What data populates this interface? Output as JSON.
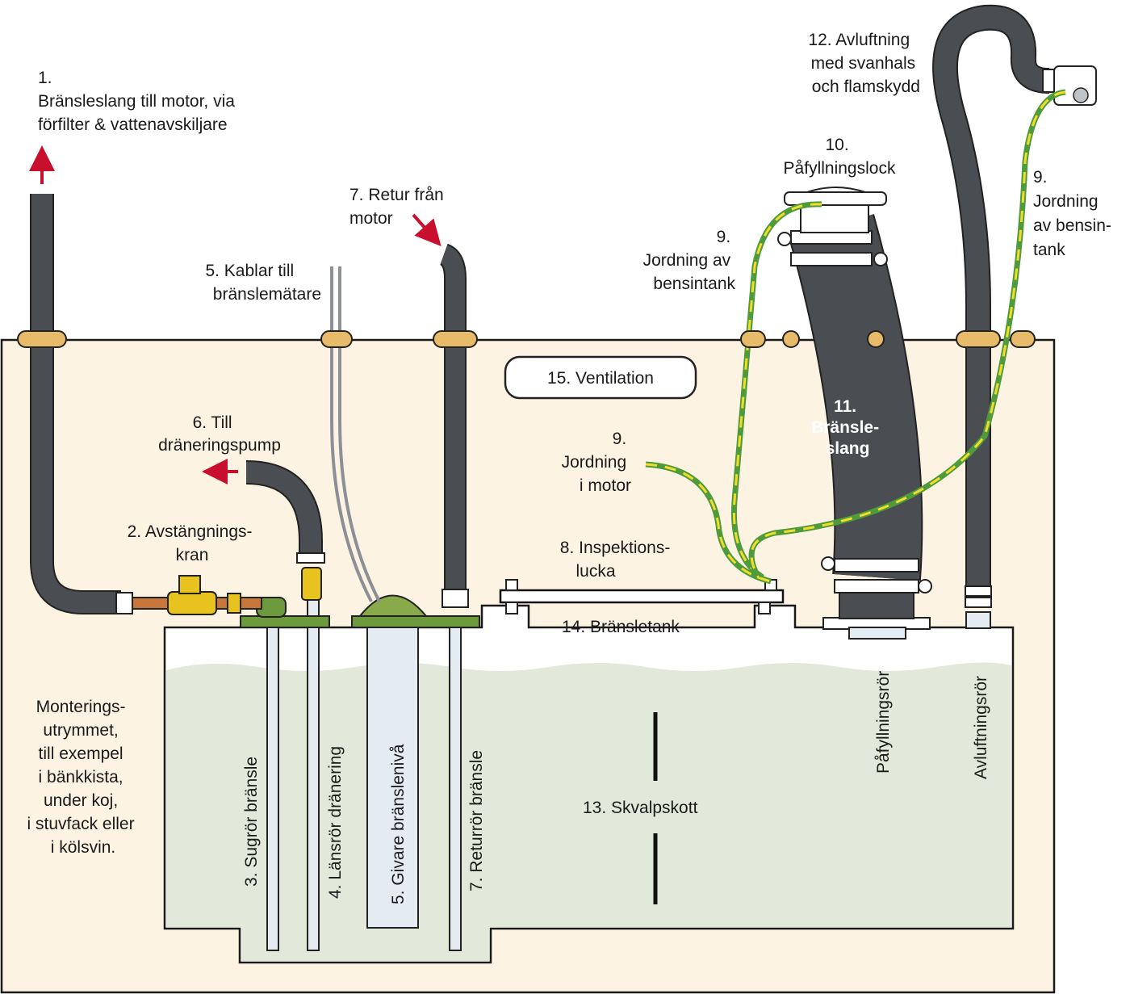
{
  "labels": {
    "l1": [
      "1.",
      "Bränsleslang till motor, via",
      "förfilter & vattenavskiljare"
    ],
    "l2": [
      "2. Avstängnings-",
      "kran"
    ],
    "l3": "3. Sugrör bränsle",
    "l4": "4. Länsrör dränering",
    "l5a": [
      "5. Kablar till",
      "bränslemätare"
    ],
    "l5b": "5. Givare bränslenivå",
    "l6": [
      "6. Till",
      "dräneringspump"
    ],
    "l7a": [
      "7. Retur från",
      "motor"
    ],
    "l7b": "7. Returrör bränsle",
    "l8": [
      "8. Inspektions-",
      "lucka"
    ],
    "l9a": [
      "9.",
      "Jordning av",
      "bensintank"
    ],
    "l9b": [
      "9.",
      "Jordning",
      "i motor"
    ],
    "l9c": [
      "9.",
      "Jordning",
      "av bensin-",
      "tank"
    ],
    "l10": [
      "10.",
      "Påfyllningslock"
    ],
    "l11": [
      "11.",
      "Bränsle-",
      "slang"
    ],
    "l12": [
      "12. Avluftning",
      "med svanhals",
      "och flamskydd"
    ],
    "l13": "13. Skvalpskott",
    "l14": "14. Bränsletank",
    "l15": "15. Ventilation",
    "fill_pipe": "Påfyllningsrör",
    "vent_pipe": "Avluftningsrör",
    "mounting": [
      "Monterings-",
      "utrymmet,",
      "till exempel",
      "i bänkkista,",
      "under koj,",
      "i stuvfack eller",
      "i kölsvin."
    ]
  },
  "colors": {
    "compartment": "#fdf3e3",
    "fuel": "#e2e8da",
    "hose": "#4a4d51",
    "arrow": "#c8102e",
    "brass": "#e8c21f",
    "copper": "#c8763a",
    "green_fitting": "#6e9a3e",
    "grommet": "#e8bb6a",
    "ground_green": "#4f9a3b",
    "ground_yellow": "#f1dd2a"
  }
}
